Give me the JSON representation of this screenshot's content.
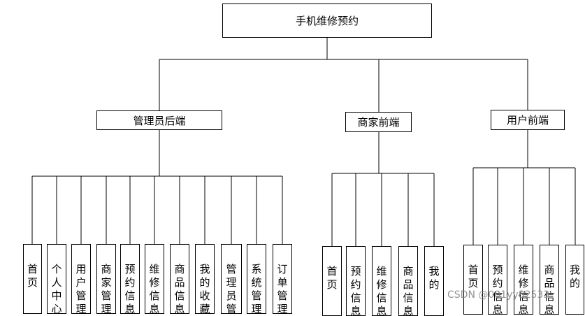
{
  "root": {
    "label": "手机维修预约"
  },
  "branches": [
    {
      "label": "管理员后端",
      "leaves": [
        "首页",
        "个人中心",
        "用户管理",
        "商家管理",
        "预约信息管",
        "维修信息管",
        "商品信息管",
        "我的收藏管",
        "管理员管",
        "系统管理",
        "订单管理"
      ]
    },
    {
      "label": "商家前端",
      "leaves": [
        "首页",
        "预约信息",
        "维修信息",
        "商品信息",
        "我的"
      ]
    },
    {
      "label": "用户前端",
      "leaves": [
        "首页",
        "预约信息",
        "维修信息",
        "商品信息",
        "我的"
      ]
    }
  ],
  "watermark": "CSDN @001yy82533"
}
